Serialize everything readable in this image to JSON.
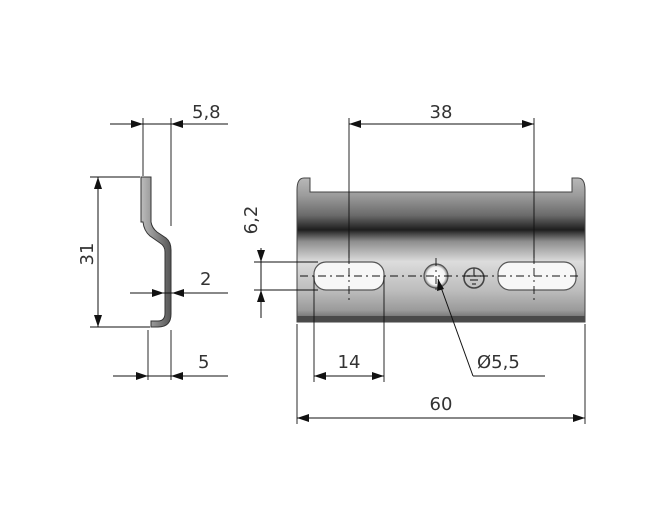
{
  "dimensions": {
    "profile_width": "5,8",
    "profile_height": "31",
    "lip_thickness": "2",
    "lip_depth": "5",
    "slot_spacing": "38",
    "slot_height": "6,2",
    "slot_length": "14",
    "hole_diameter": "Ø5,5",
    "total_length": "60"
  },
  "colors": {
    "metal_dark": "#3a3a3a",
    "metal_mid": "#9a9a9a",
    "metal_light": "#d9d9d9",
    "line": "#111111",
    "text": "#333333"
  }
}
